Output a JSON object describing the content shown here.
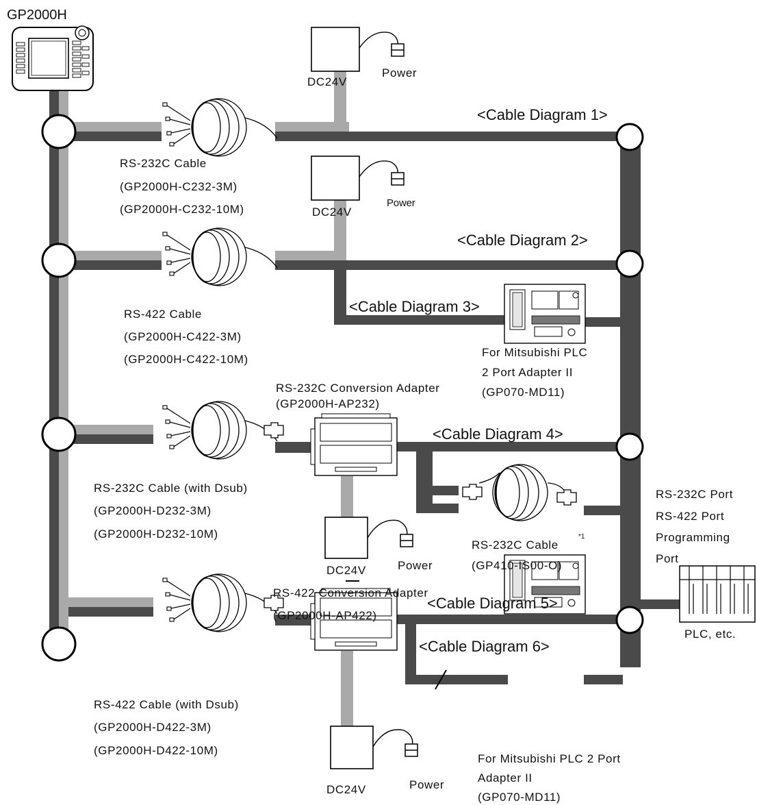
{
  "device": {
    "name": "GP2000H"
  },
  "cable_diagrams": {
    "d1": "<Cable Diagram 1>",
    "d2": "<Cable Diagram 2>",
    "d3": "<Cable Diagram 3>",
    "d4": "<Cable Diagram 4>",
    "d5": "<Cable Diagram 5>",
    "d6": "<Cable Diagram 6>"
  },
  "power": {
    "supply_label": "DC24V",
    "power_label": "Power"
  },
  "cables": {
    "c232": [
      "RS-232C Cable",
      "(GP2000H-C232-3M)",
      "(GP2000H-C232-10M)"
    ],
    "c422": [
      "RS-422 Cable",
      "(GP2000H-C422-3M)",
      "(GP2000H-C422-10M)"
    ],
    "d232": [
      "RS-232C Cable (with Dsub)",
      "(GP2000H-D232-3M)",
      "(GP2000H-D232-10M)"
    ],
    "d422": [
      "RS-422 Cable (with Dsub)",
      "(GP2000H-D422-3M)",
      "(GP2000H-D422-10M)"
    ],
    "is00": [
      "RS-232C Cable",
      "(GP410-IS00-O)"
    ],
    "is00_note": "*1"
  },
  "adapters": {
    "ap232": [
      "RS-232C Conversion Adapter",
      "(GP2000H-AP232)"
    ],
    "ap422": [
      "RS-422 Conversion Adapter",
      "(GP2000H-AP422)"
    ],
    "md11_a": [
      "For Mitsubishi PLC",
      "2 Port Adapter II",
      "(GP070-MD11)"
    ],
    "md11_b": [
      "For Mitsubishi PLC 2 Port",
      "Adapter II",
      "(GP070-MD11)"
    ]
  },
  "plc": {
    "ports": [
      "RS-232C Port",
      "RS-422 Port",
      "Programming",
      "Port"
    ],
    "label": "PLC, etc."
  },
  "colors": {
    "dark_line": "#4a4a4a",
    "light_line": "#a9a9a9",
    "stroke": "#000000"
  }
}
